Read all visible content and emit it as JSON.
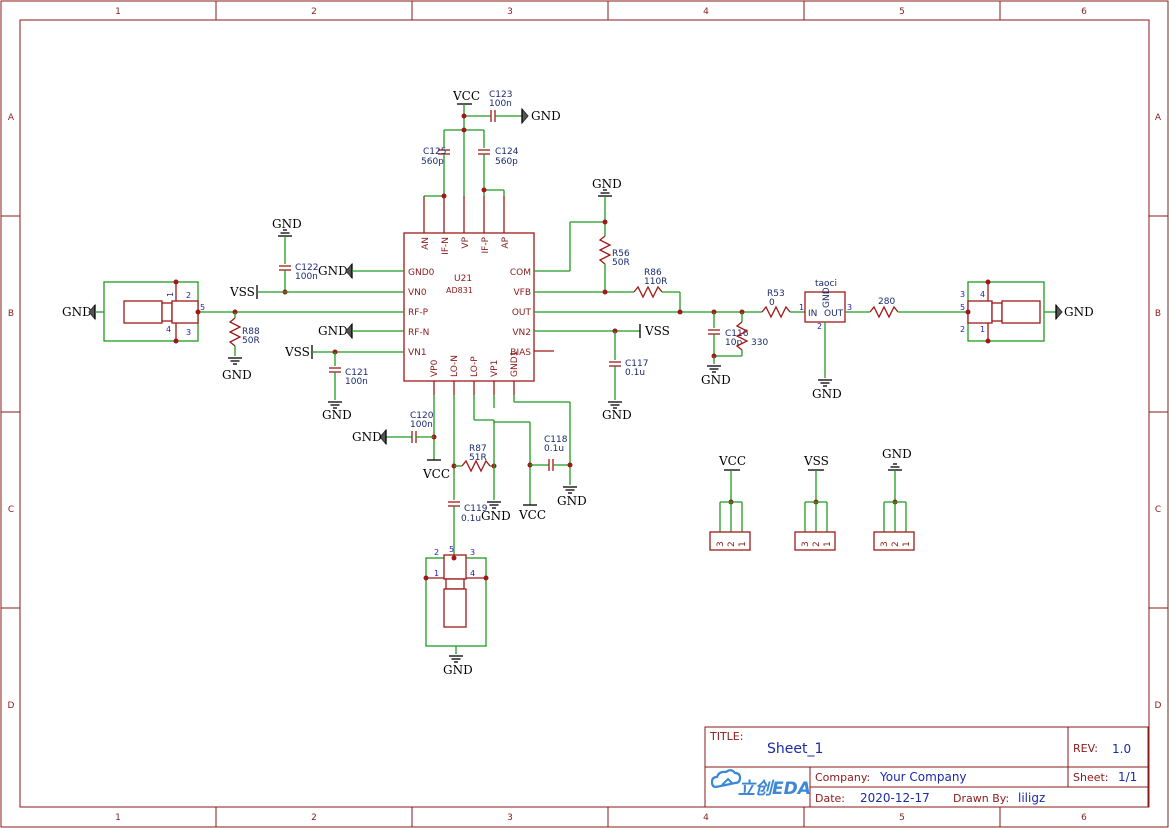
{
  "zones": {
    "columns": [
      "1",
      "2",
      "3",
      "4",
      "5",
      "6"
    ],
    "rows": [
      "A",
      "B",
      "C",
      "D"
    ]
  },
  "nets": {
    "vcc": "VCC",
    "gnd": "GND",
    "vss": "VSS"
  },
  "u21": {
    "ref": "U21",
    "value": "AD831",
    "pins_left": [
      "GND0",
      "VN0",
      "RF-P",
      "RF-N",
      "VN1"
    ],
    "pins_right": [
      "COM",
      "VFB",
      "OUT",
      "VN2",
      "BIAS"
    ],
    "pins_top": [
      "AN",
      "IF-N",
      "VP",
      "IF-P",
      "AP"
    ],
    "pins_bottom": [
      "VP0",
      "LO-N",
      "LO-P",
      "VP1",
      "GND1"
    ]
  },
  "components": {
    "c123": {
      "ref": "C123",
      "value": "100n"
    },
    "c125": {
      "ref": "C125",
      "value": "560p"
    },
    "c124": {
      "ref": "C124",
      "value": "560p"
    },
    "c122": {
      "ref": "C122",
      "value": "100n"
    },
    "r88": {
      "ref": "R88",
      "value": "50R"
    },
    "c121": {
      "ref": "C121",
      "value": "100n"
    },
    "c120": {
      "ref": "C120",
      "value": "100n"
    },
    "r87": {
      "ref": "R87",
      "value": "51R"
    },
    "c118": {
      "ref": "C118",
      "value": "0.1u"
    },
    "c119": {
      "ref": "C119",
      "value": "0.1u"
    },
    "r56": {
      "ref": "R56",
      "value": "50R"
    },
    "r86": {
      "ref": "R86",
      "value": "110R"
    },
    "c117": {
      "ref": "C117",
      "value": "0.1u"
    },
    "c116": {
      "ref": "C116",
      "value": "10p"
    },
    "r_330": {
      "value": "330"
    },
    "r53": {
      "ref": "R53",
      "value": "0"
    },
    "taoci": {
      "ref": "taoci",
      "pin_gnd": "GND",
      "pin_in": "IN",
      "pin_out": "OUT"
    },
    "r_280": {
      "value": "280"
    }
  },
  "title_block": {
    "title_label": "TITLE:",
    "title_value": "Sheet_1",
    "rev_label": "REV:",
    "rev_value": "1.0",
    "company_label": "Company:",
    "company_value": "Your Company",
    "sheet_label": "Sheet:",
    "sheet_value": "1/1",
    "date_label": "Date:",
    "date_value": "2020-12-17",
    "drawn_label": "Drawn By:",
    "drawn_value": "liligz",
    "logo_text": "立创EDA"
  },
  "colors": {
    "border": "#8b1a1a",
    "wire": "#1e9a1e",
    "part": "#a01818",
    "text_value": "#1a2aa8"
  }
}
